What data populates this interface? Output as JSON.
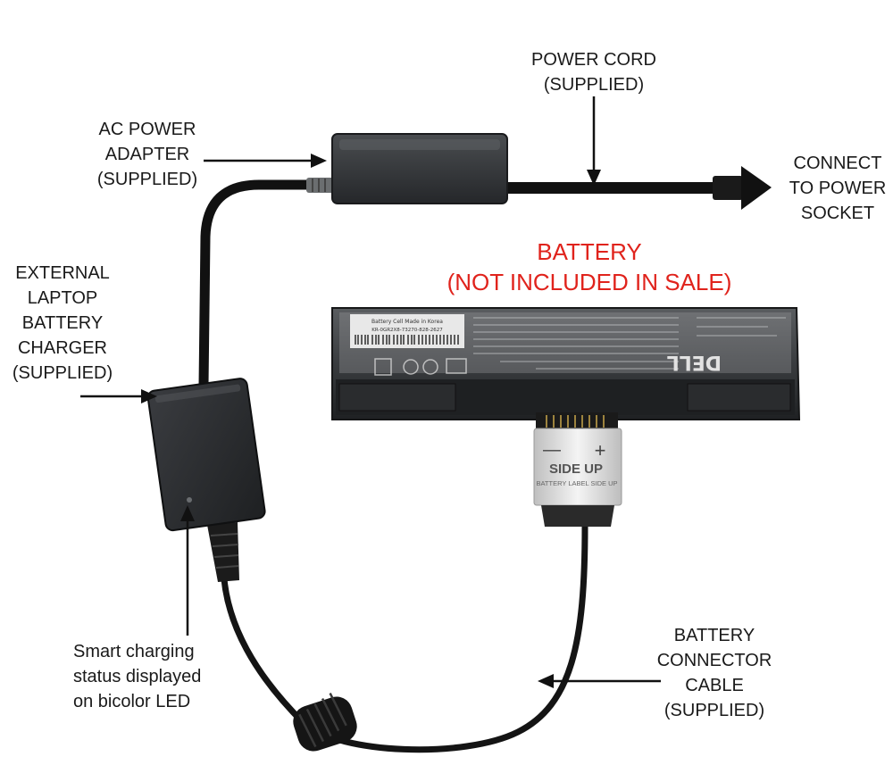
{
  "labels": {
    "power_cord": [
      "POWER CORD",
      "(SUPPLIED)"
    ],
    "ac_adapter": [
      "AC POWER",
      "ADAPTER",
      "(SUPPLIED)"
    ],
    "connect_socket": [
      "CONNECT",
      "TO POWER",
      "SOCKET"
    ],
    "battery_title": [
      "BATTERY",
      "(NOT INCLUDED IN SALE)"
    ],
    "external_charger": [
      "EXTERNAL",
      "LAPTOP",
      "BATTERY",
      "CHARGER",
      "(SUPPLIED)"
    ],
    "smart_charging": [
      "Smart charging",
      "status displayed",
      "on bicolor LED"
    ],
    "connector_cable": [
      "BATTERY",
      "CONNECTOR",
      "CABLE",
      "(SUPPLIED)"
    ]
  },
  "connector_plug": {
    "minus": "—",
    "plus": "+",
    "side_up": "SIDE UP",
    "label_side_up": "BATTERY LABEL SIDE UP"
  },
  "battery": {
    "brand": "DELL",
    "sticker_line": "Battery Cell Made in Korea",
    "barcode_code": "KR-0GR2X8-73270-828-2627"
  },
  "colors": {
    "label_text": "#1a1a1a",
    "battery_title": "#e0231c",
    "device_body": "#2e3032",
    "cable": "#111111"
  }
}
